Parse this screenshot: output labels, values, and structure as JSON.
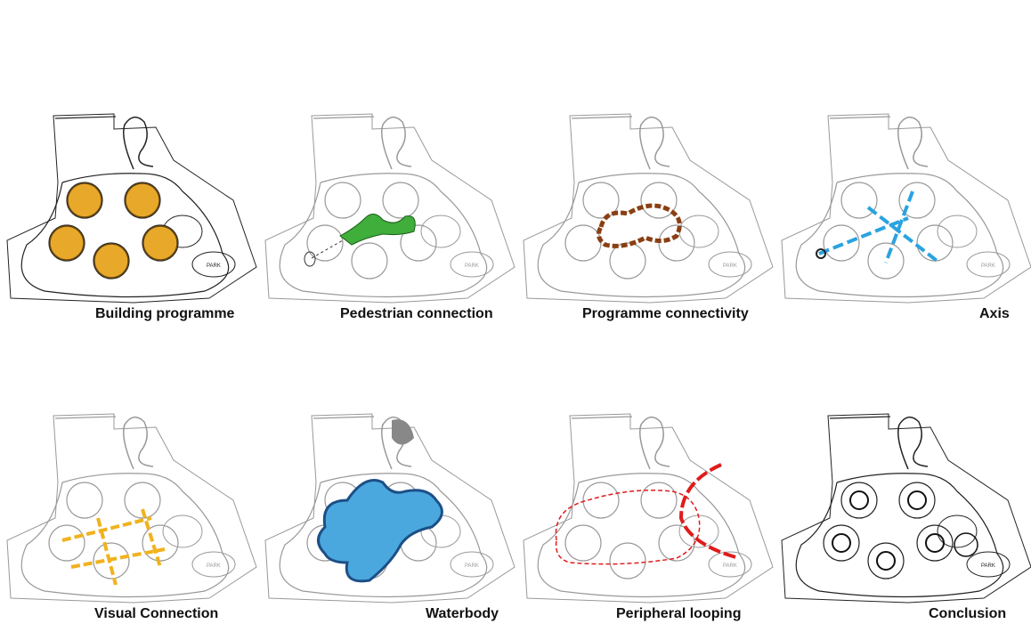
{
  "panels": [
    {
      "label": "Building programme",
      "overlay": "programme"
    },
    {
      "label": "Pedestrian connection",
      "overlay": "pedestrian"
    },
    {
      "label": "Programme connectivity",
      "overlay": "connectivity"
    },
    {
      "label": "Axis",
      "overlay": "axis"
    },
    {
      "label": "Visual Connection",
      "overlay": "visual"
    },
    {
      "label": "Waterbody",
      "overlay": "water"
    },
    {
      "label": "Peripheral looping",
      "overlay": "loop"
    },
    {
      "label": "Conclusion",
      "overlay": "conclusion"
    }
  ],
  "park_text": "PARK",
  "colors": {
    "programme": "#e8a92a",
    "pedestrian": "#3fae3a",
    "connectivity": "#8a3f12",
    "axis": "#2aa3e0",
    "visual": "#f0b21e",
    "water": "#4aa8de",
    "loop": "#e01b1b"
  }
}
